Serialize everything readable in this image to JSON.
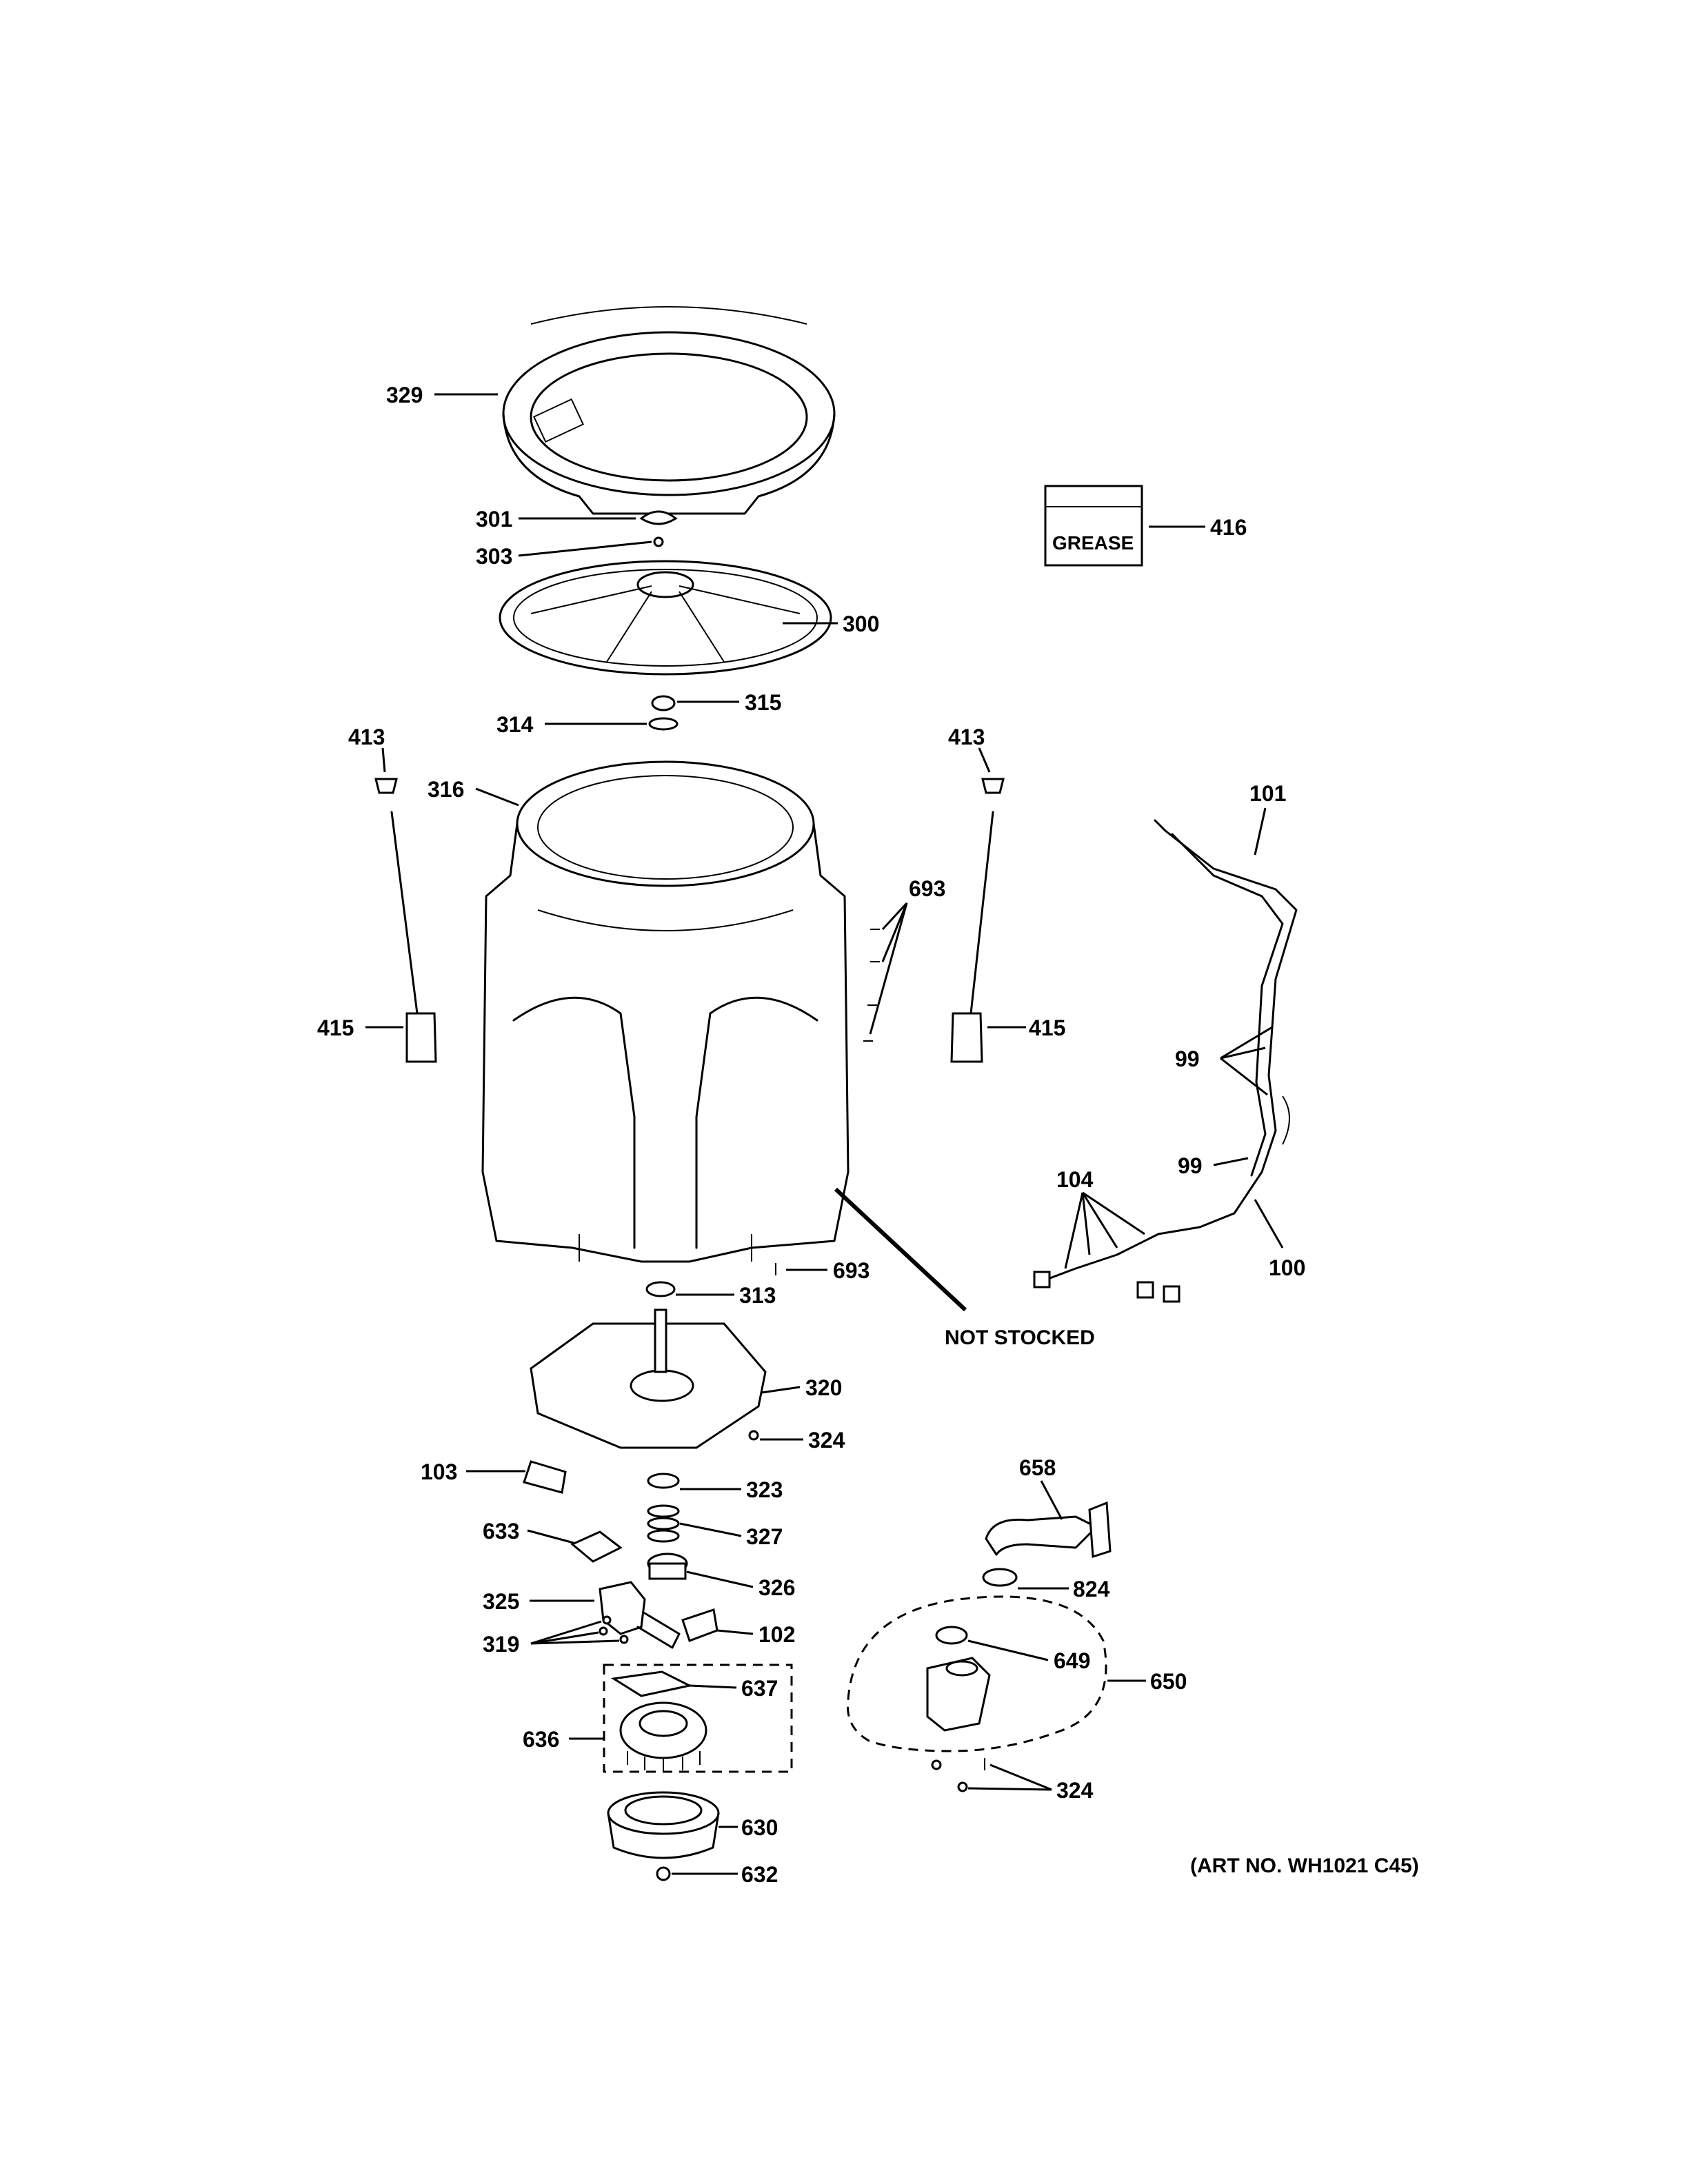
{
  "labels": {
    "p329": "329",
    "p301": "301",
    "p303": "303",
    "p300": "300",
    "p416": "416",
    "p314": "314",
    "p315": "315",
    "p413_left": "413",
    "p413_right": "413",
    "p316": "316",
    "p101": "101",
    "p693_top": "693",
    "p415_left": "415",
    "p415_right": "415",
    "p99_a": "99",
    "p99_b": "99",
    "p104": "104",
    "p100": "100",
    "p693_bottom": "693",
    "p313": "313",
    "p320": "320",
    "p324_a": "324",
    "p103": "103",
    "p323": "323",
    "p327": "327",
    "p658": "658",
    "p633": "633",
    "p326": "326",
    "p824": "824",
    "p325": "325",
    "p319": "319",
    "p102": "102",
    "p637": "637",
    "p649": "649",
    "p650": "650",
    "p636": "636",
    "p324_b": "324",
    "p630": "630",
    "p632": "632"
  },
  "grease_text": "GREASE",
  "not_stocked": "NOT STOCKED",
  "art_number": "(ART NO. WH1021 C45)"
}
